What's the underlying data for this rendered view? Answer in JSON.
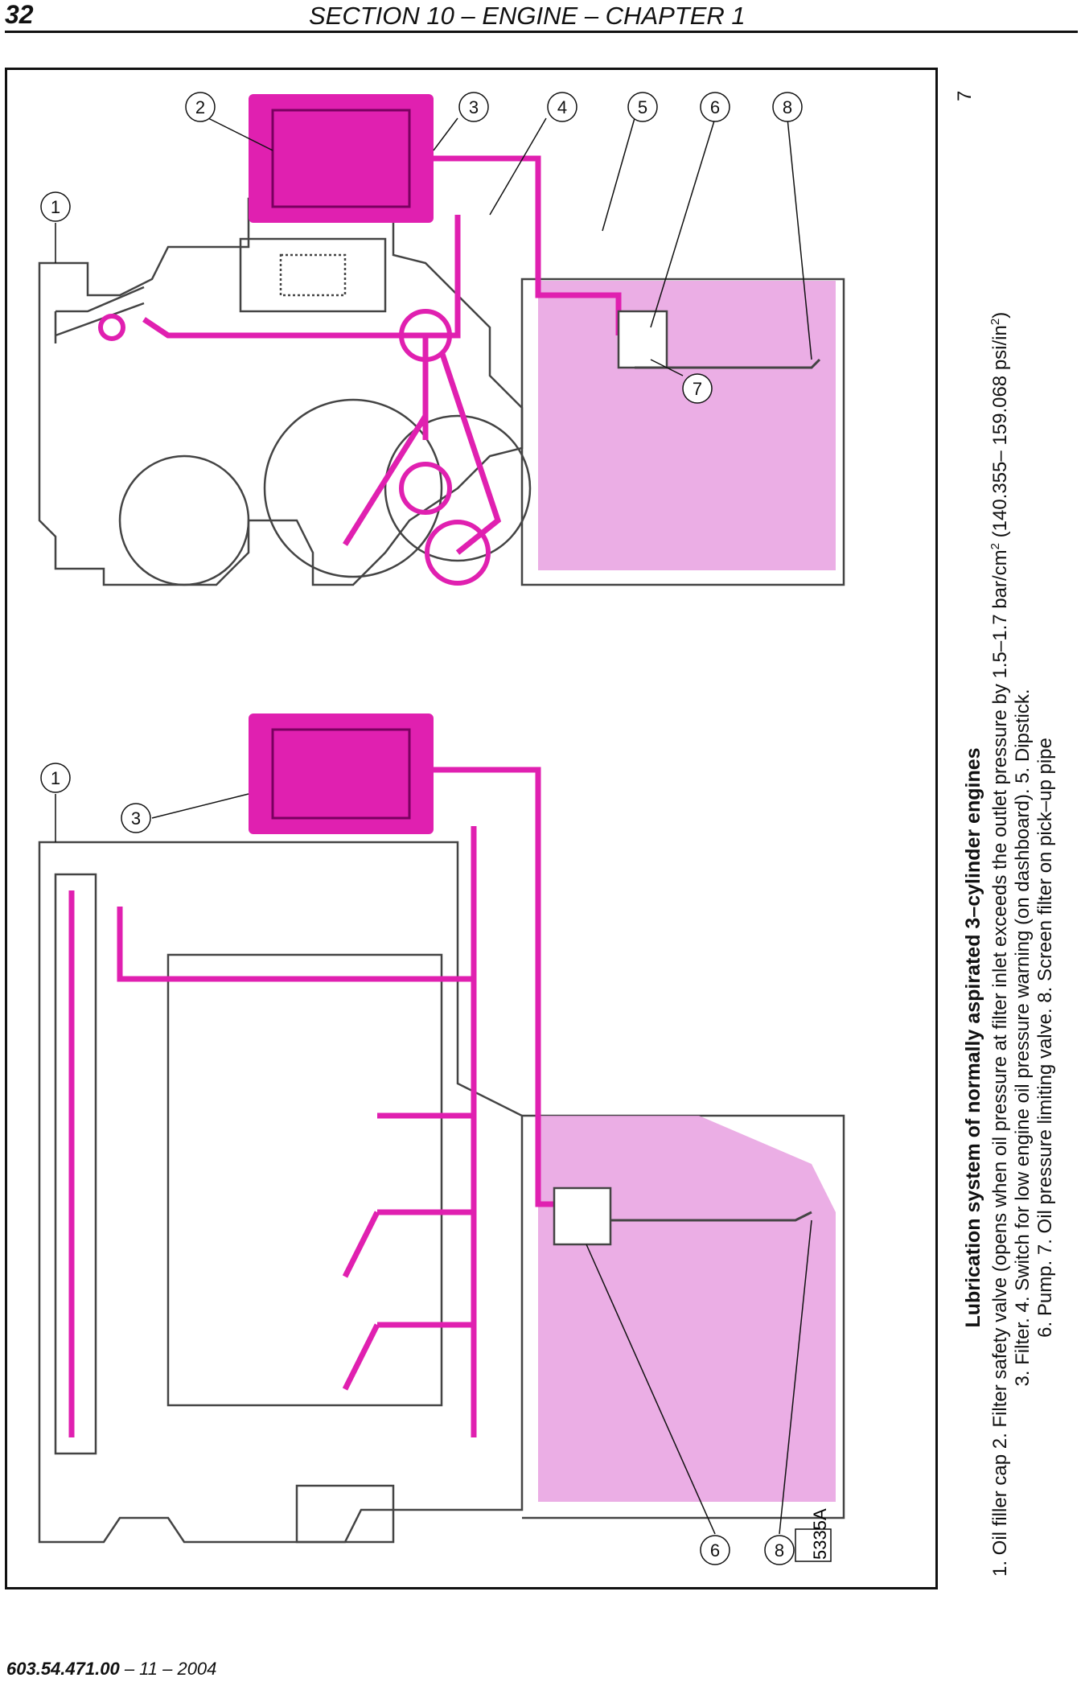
{
  "header": {
    "page_number": "32",
    "section_title": "SECTION 10 – ENGINE – CHAPTER 1"
  },
  "figure": {
    "number": "7",
    "callouts": [
      "1",
      "2",
      "3",
      "4",
      "5",
      "6",
      "7",
      "8"
    ],
    "image_codes": [
      "5335A"
    ],
    "colors": {
      "oil": "#e020b0",
      "oil_light": "#e8a0e0",
      "line": "#444444"
    }
  },
  "caption": {
    "title": "Lubrication system of normally aspirated 3–cylinder engines",
    "line1_a": "1. Oil filler cap 2. Filter safety valve (opens when oil pressure at filter inlet exceeds the outlet pressure by 1.5–1.7 bar/cm",
    "line1_sup1": "2",
    "line1_b": " (140.355– 159.068 psi/in",
    "line1_sup2": "2",
    "line1_c": ")",
    "line2": "3. Filter. 4. Switch for low engine oil pressure warning (on dashboard). 5. Dipstick.",
    "line3": "6. Pump. 7. Oil pressure limiting valve. 8. Screen filter on pick–up pipe"
  },
  "footer": {
    "code": "603.54.471.00",
    "date": " – 11 – 2004"
  }
}
